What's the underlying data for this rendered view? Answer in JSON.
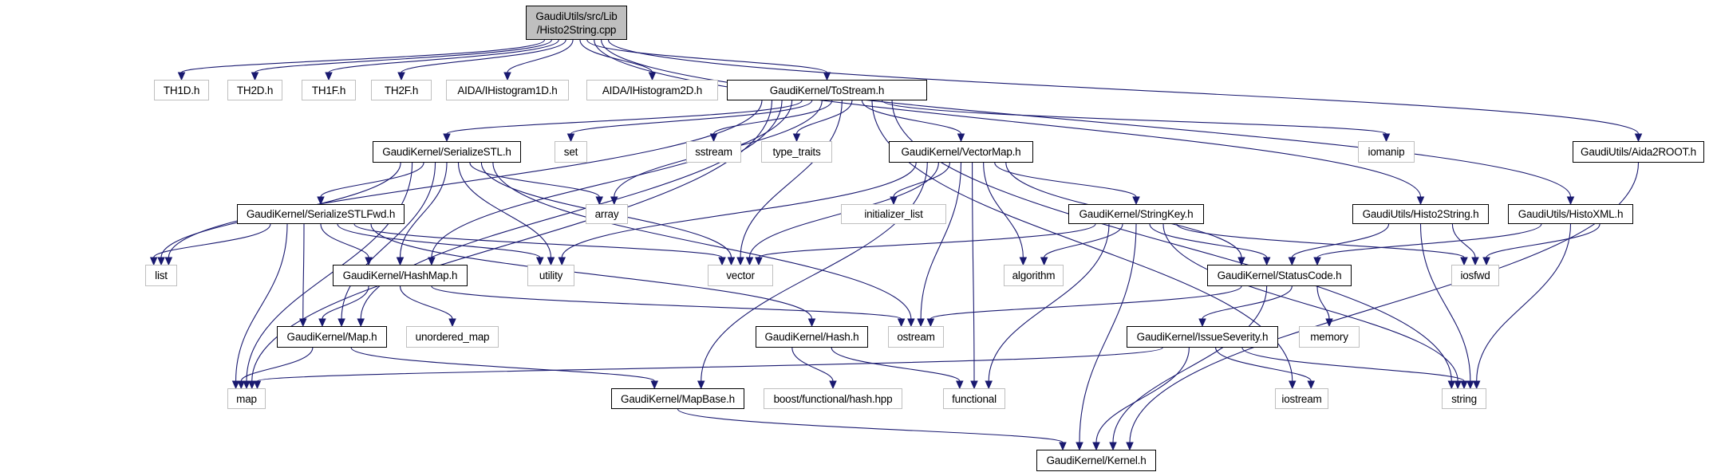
{
  "graph": {
    "title": "Include dependency graph for Histo2String.cpp",
    "colors": {
      "edge": "#191970",
      "root_fill": "#bfbfbf",
      "doc_border": "#000000",
      "ext_border": "#bfbfbf"
    },
    "nodes": [
      {
        "id": "root",
        "label": "GaudiUtils/src/Lib",
        "label2": "/Histo2String.cpp",
        "kind": "root"
      },
      {
        "id": "th1d",
        "label": "TH1D.h",
        "kind": "ext"
      },
      {
        "id": "th2d",
        "label": "TH2D.h",
        "kind": "ext"
      },
      {
        "id": "th1f",
        "label": "TH1F.h",
        "kind": "ext"
      },
      {
        "id": "th2f",
        "label": "TH2F.h",
        "kind": "ext"
      },
      {
        "id": "aida1d",
        "label": "AIDA/IHistogram1D.h",
        "kind": "ext"
      },
      {
        "id": "aida2d",
        "label": "AIDA/IHistogram2D.h",
        "kind": "ext"
      },
      {
        "id": "tostream",
        "label": "GaudiKernel/ToStream.h",
        "kind": "doc"
      },
      {
        "id": "serstl",
        "label": "GaudiKernel/SerializeSTL.h",
        "kind": "doc"
      },
      {
        "id": "set",
        "label": "set",
        "kind": "ext"
      },
      {
        "id": "sstream",
        "label": "sstream",
        "kind": "ext"
      },
      {
        "id": "type_traits",
        "label": "type_traits",
        "kind": "ext"
      },
      {
        "id": "vectormap",
        "label": "GaudiKernel/VectorMap.h",
        "kind": "doc"
      },
      {
        "id": "iomanip",
        "label": "iomanip",
        "kind": "ext"
      },
      {
        "id": "aida2root",
        "label": "GaudiUtils/Aida2ROOT.h",
        "kind": "doc"
      },
      {
        "id": "serstlfwd",
        "label": "GaudiKernel/SerializeSTLFwd.h",
        "kind": "doc"
      },
      {
        "id": "array",
        "label": "array",
        "kind": "ext"
      },
      {
        "id": "initlist",
        "label": "initializer_list",
        "kind": "ext"
      },
      {
        "id": "stringkey",
        "label": "GaudiKernel/StringKey.h",
        "kind": "doc"
      },
      {
        "id": "histo2stringh",
        "label": "GaudiUtils/Histo2String.h",
        "kind": "doc"
      },
      {
        "id": "histoxml",
        "label": "GaudiUtils/HistoXML.h",
        "kind": "doc"
      },
      {
        "id": "list",
        "label": "list",
        "kind": "ext"
      },
      {
        "id": "hashmap",
        "label": "GaudiKernel/HashMap.h",
        "kind": "doc"
      },
      {
        "id": "utility",
        "label": "utility",
        "kind": "ext"
      },
      {
        "id": "vector",
        "label": "vector",
        "kind": "ext"
      },
      {
        "id": "algorithm",
        "label": "algorithm",
        "kind": "ext"
      },
      {
        "id": "statuscode",
        "label": "GaudiKernel/StatusCode.h",
        "kind": "doc"
      },
      {
        "id": "iosfwd",
        "label": "iosfwd",
        "kind": "ext"
      },
      {
        "id": "map_h",
        "label": "GaudiKernel/Map.h",
        "kind": "doc"
      },
      {
        "id": "unordered_map",
        "label": "unordered_map",
        "kind": "ext"
      },
      {
        "id": "hash",
        "label": "GaudiKernel/Hash.h",
        "kind": "doc"
      },
      {
        "id": "ostream",
        "label": "ostream",
        "kind": "ext"
      },
      {
        "id": "issueseverity",
        "label": "GaudiKernel/IssueSeverity.h",
        "kind": "doc"
      },
      {
        "id": "memory",
        "label": "memory",
        "kind": "ext"
      },
      {
        "id": "map",
        "label": "map",
        "kind": "ext"
      },
      {
        "id": "mapbase",
        "label": "GaudiKernel/MapBase.h",
        "kind": "doc"
      },
      {
        "id": "boosthash",
        "label": "boost/functional/hash.hpp",
        "kind": "ext"
      },
      {
        "id": "functional",
        "label": "functional",
        "kind": "ext"
      },
      {
        "id": "iostream",
        "label": "iostream",
        "kind": "ext"
      },
      {
        "id": "string",
        "label": "string",
        "kind": "ext"
      },
      {
        "id": "kernel",
        "label": "GaudiKernel/Kernel.h",
        "kind": "doc"
      }
    ],
    "edges": [
      [
        "root",
        "th1d"
      ],
      [
        "root",
        "th2d"
      ],
      [
        "root",
        "th1f"
      ],
      [
        "root",
        "th2f"
      ],
      [
        "root",
        "aida1d"
      ],
      [
        "root",
        "aida2d"
      ],
      [
        "root",
        "tostream"
      ],
      [
        "root",
        "aida2root"
      ],
      [
        "root",
        "histo2stringh"
      ],
      [
        "root",
        "histoxml"
      ],
      [
        "tostream",
        "serstl"
      ],
      [
        "tostream",
        "set"
      ],
      [
        "tostream",
        "sstream"
      ],
      [
        "tostream",
        "type_traits"
      ],
      [
        "tostream",
        "vectormap"
      ],
      [
        "tostream",
        "iomanip"
      ],
      [
        "tostream",
        "list"
      ],
      [
        "tostream",
        "map"
      ],
      [
        "tostream",
        "map_h"
      ],
      [
        "tostream",
        "hashmap"
      ],
      [
        "tostream",
        "array"
      ],
      [
        "tostream",
        "vector"
      ],
      [
        "tostream",
        "string"
      ],
      [
        "tostream",
        "iostream"
      ],
      [
        "serstl",
        "serstlfwd"
      ],
      [
        "serstl",
        "list"
      ],
      [
        "serstl",
        "map"
      ],
      [
        "serstl",
        "map_h"
      ],
      [
        "serstl",
        "hashmap"
      ],
      [
        "serstl",
        "array"
      ],
      [
        "serstl",
        "utility"
      ],
      [
        "serstl",
        "vector"
      ],
      [
        "serstl",
        "ostream"
      ],
      [
        "serstlfwd",
        "list"
      ],
      [
        "serstlfwd",
        "map"
      ],
      [
        "serstlfwd",
        "map_h"
      ],
      [
        "serstlfwd",
        "hashmap"
      ],
      [
        "serstlfwd",
        "utility"
      ],
      [
        "serstlfwd",
        "vector"
      ],
      [
        "serstlfwd",
        "hash"
      ],
      [
        "hashmap",
        "map_h"
      ],
      [
        "hashmap",
        "unordered_map"
      ],
      [
        "hashmap",
        "ostream"
      ],
      [
        "map_h",
        "map"
      ],
      [
        "map_h",
        "mapbase"
      ],
      [
        "vectormap",
        "initlist"
      ],
      [
        "vectormap",
        "stringkey"
      ],
      [
        "vectormap",
        "algorithm"
      ],
      [
        "vectormap",
        "utility"
      ],
      [
        "vectormap",
        "vector"
      ],
      [
        "vectormap",
        "mapbase"
      ],
      [
        "vectormap",
        "ostream"
      ],
      [
        "vectormap",
        "functional"
      ],
      [
        "vectormap",
        "statuscode"
      ],
      [
        "stringkey",
        "vector"
      ],
      [
        "stringkey",
        "algorithm"
      ],
      [
        "stringkey",
        "statuscode"
      ],
      [
        "stringkey",
        "iosfwd"
      ],
      [
        "stringkey",
        "functional"
      ],
      [
        "stringkey",
        "kernel"
      ],
      [
        "stringkey",
        "string"
      ],
      [
        "histo2stringh",
        "statuscode"
      ],
      [
        "histo2stringh",
        "iosfwd"
      ],
      [
        "histo2stringh",
        "string"
      ],
      [
        "histoxml",
        "statuscode"
      ],
      [
        "histoxml",
        "iosfwd"
      ],
      [
        "histoxml",
        "string"
      ],
      [
        "statuscode",
        "ostream"
      ],
      [
        "statuscode",
        "issueseverity"
      ],
      [
        "statuscode",
        "memory"
      ],
      [
        "statuscode",
        "kernel"
      ],
      [
        "issueseverity",
        "map"
      ],
      [
        "issueseverity",
        "iostream"
      ],
      [
        "issueseverity",
        "string"
      ],
      [
        "issueseverity",
        "kernel"
      ],
      [
        "hash",
        "boosthash"
      ],
      [
        "hash",
        "functional"
      ],
      [
        "mapbase",
        "kernel"
      ],
      [
        "aida2root",
        "kernel"
      ]
    ]
  }
}
